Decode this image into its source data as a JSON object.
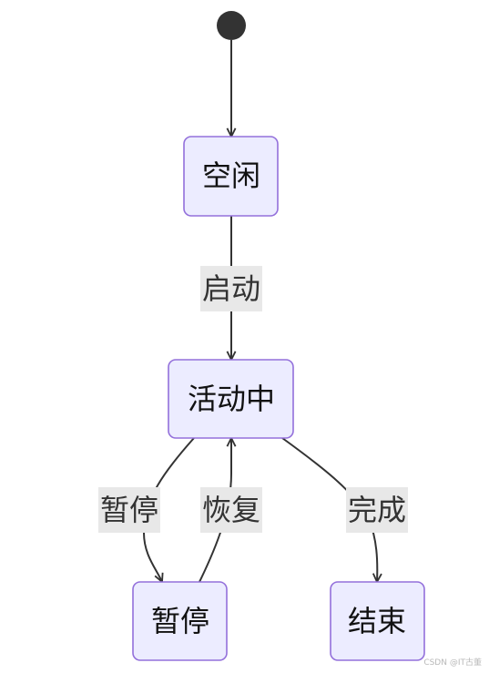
{
  "diagram": {
    "type": "state-diagram",
    "start": "start",
    "states": [
      {
        "id": "idle",
        "label": "空闲"
      },
      {
        "id": "active",
        "label": "活动中"
      },
      {
        "id": "paused",
        "label": "暂停"
      },
      {
        "id": "finished",
        "label": "结束"
      }
    ],
    "transitions": [
      {
        "id": "start-idle",
        "from": "start",
        "to": "idle",
        "label": ""
      },
      {
        "id": "idle-active",
        "from": "idle",
        "to": "active",
        "label": "启动"
      },
      {
        "id": "active-paused",
        "from": "active",
        "to": "paused",
        "label": "暂停"
      },
      {
        "id": "paused-active",
        "from": "paused",
        "to": "active",
        "label": "恢复"
      },
      {
        "id": "active-finished",
        "from": "active",
        "to": "finished",
        "label": "完成"
      }
    ]
  },
  "colors": {
    "node_fill": "#ececff",
    "node_border": "#9370db",
    "edge": "#333333",
    "label_bg": "#e8e8e8",
    "start_dot": "#333333"
  },
  "watermark": "CSDN @IT古董"
}
